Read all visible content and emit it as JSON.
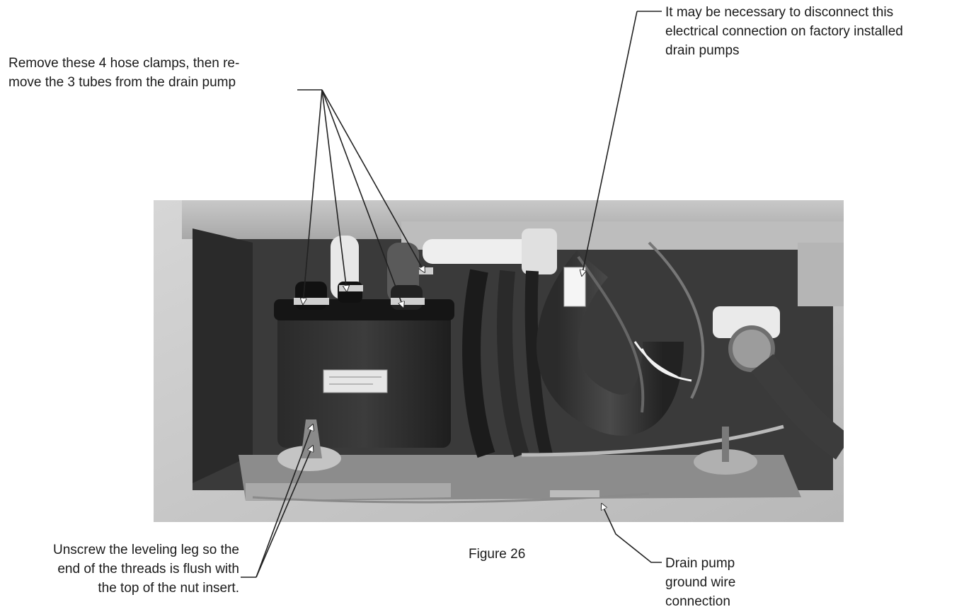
{
  "callouts": {
    "hose_clamps": "Remove these 4 hose clamps, then re-\nmove the 3 tubes from the drain pump",
    "electrical": "It may be necessary to disconnect this\nelectrical connection on factory installed\ndrain pumps",
    "leveling_leg": "Unscrew the leveling leg so the\nend of the threads is flush with\nthe top of the nut insert.",
    "ground_wire": "Drain pump\nground wire\nconnection"
  },
  "figure_caption": "Figure 26"
}
